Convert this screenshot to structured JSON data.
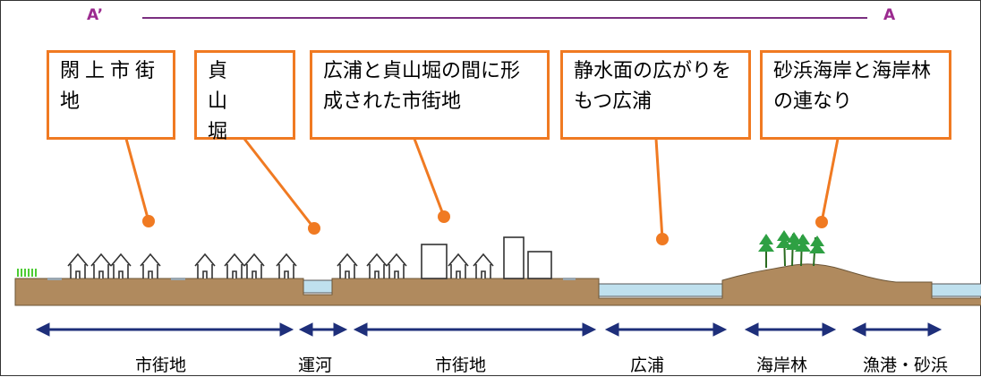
{
  "section": {
    "left_label": "A’",
    "right_label": "A"
  },
  "callouts": [
    {
      "text": "閖上市街地"
    },
    {
      "text": "貞山堀"
    },
    {
      "text": "広浦と貞山堀の間に形成された市街地"
    },
    {
      "text": "静水面の広がりをもつ広浦"
    },
    {
      "text": "砂浜海岸と海岸林の連なり"
    }
  ],
  "zones": [
    {
      "label": "市街地"
    },
    {
      "label": "運河"
    },
    {
      "label": "市街地"
    },
    {
      "label": "広浦"
    },
    {
      "label": "海岸林"
    },
    {
      "label": "漁港・砂浜"
    }
  ],
  "colors": {
    "accent": "#f07a22",
    "section_line": "#7a2f80",
    "ground": "#b08a5e",
    "water": "#bfe0ee",
    "arrow": "#1e2f7a",
    "tree": "#2ea043"
  }
}
